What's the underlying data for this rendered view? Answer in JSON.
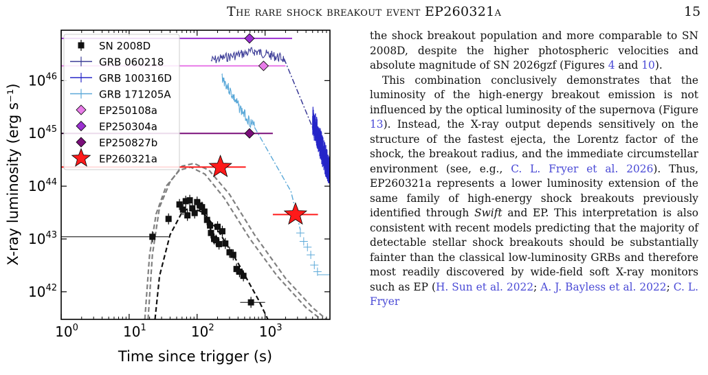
{
  "header": {
    "running_title": "The rare shock breakout event EP260321a",
    "page_number": "15"
  },
  "body": {
    "p1": {
      "t1": "the shock breakout population and more comparable to SN 2008D, despite the higher photospheric velocities and absolute magnitude of SN 2026gzf (Figures ",
      "ref1": "4",
      "t2": " and ",
      "ref2": "10",
      "t3": ")."
    },
    "p2": {
      "t1": "This combination conclusively demonstrates that the luminosity of the high-energy breakout emission is not influenced by the optical luminosity of the supernova (Figure ",
      "ref1": "13",
      "t2": "). Instead, the X-ray output depends sensitively on the structure of the fastest ejecta, the Lorentz factor of the shock, the breakout radius, and the immediate circumstellar environment (see, e.g., ",
      "ref2": "C. L. Fryer et al. 2026",
      "t3": "). Thus, EP260321a represents a lower luminosity extension of the same family of high-energy shock breakouts previously identified through ",
      "swift": "Swift",
      "t4": " and EP. This interpretation is also consistent with recent models predicting that the majority of detectable stellar shock breakouts should be substantially fainter than the classical low-luminosity GRBs and therefore most readily discovered by wide-field soft X-ray monitors such as EP (",
      "ref3": "H. Sun et al. 2022",
      "t5": "; ",
      "ref4": "A. J. Bayless et al. 2022",
      "t6": "; ",
      "ref5": "C. L. Fryer"
    }
  },
  "chart_data": {
    "type": "scatter",
    "xlabel": "Time since trigger (s)",
    "ylabel": "X-ray luminosity (erg s⁻¹)",
    "xscale": "log",
    "yscale": "log",
    "xlim": [
      1,
      9000
    ],
    "ylim": [
      3e+41,
      9e+46
    ],
    "xticks": [
      1,
      10,
      100,
      1000
    ],
    "yticks": [
      1e+42,
      1e+43,
      1e+44,
      1e+45,
      1e+46
    ],
    "xticklabels": [
      {
        "b": "10",
        "e": "0"
      },
      {
        "b": "10",
        "e": "1"
      },
      {
        "b": "10",
        "e": "2"
      },
      {
        "b": "10",
        "e": "3"
      }
    ],
    "yticklabels": [
      {
        "b": "10",
        "e": "42"
      },
      {
        "b": "10",
        "e": "43"
      },
      {
        "b": "10",
        "e": "44"
      },
      {
        "b": "10",
        "e": "45"
      },
      {
        "b": "10",
        "e": "46"
      }
    ],
    "legend_position": "top-left",
    "colors": {
      "sn2008d": "#111111",
      "grb060218": "#3a3a96",
      "grb100316d": "#2626c8",
      "grb171205a": "#5aa8d8",
      "ep250108a": "#e87ce8",
      "ep250304a": "#9b30d0",
      "ep250827b": "#7a0f7a",
      "ep260321a": "#ff1a1a",
      "models": "#808080"
    },
    "series": [
      {
        "name": "SN 2008D",
        "marker": "square",
        "points": [
          [
            22,
            1.1e+43
          ],
          [
            38,
            2.4e+43
          ],
          [
            55,
            4.5e+43
          ],
          [
            62,
            3.6e+43
          ],
          [
            68,
            5.2e+43
          ],
          [
            72,
            2.8e+43
          ],
          [
            78,
            5.4e+43
          ],
          [
            85,
            3.8e+43
          ],
          [
            92,
            3.1e+43
          ],
          [
            100,
            5e+43
          ],
          [
            110,
            4.3e+43
          ],
          [
            118,
            4e+43
          ],
          [
            128,
            3.3e+43
          ],
          [
            140,
            2.3e+43
          ],
          [
            155,
            1.8e+43
          ],
          [
            160,
            1.3e+43
          ],
          [
            178,
            1e+43
          ],
          [
            190,
            9.5e+42
          ],
          [
            200,
            1.7e+43
          ],
          [
            210,
            8e+42
          ],
          [
            235,
            1.4e+43
          ],
          [
            260,
            8.2e+42
          ],
          [
            300,
            5.6e+42
          ],
          [
            340,
            5e+42
          ],
          [
            380,
            2.7e+42
          ],
          [
            420,
            2.4e+42
          ],
          [
            480,
            2e+42
          ],
          [
            620,
            6.3e+41
          ]
        ]
      },
      {
        "name": "GRB 060218",
        "marker": "errorbar"
      },
      {
        "name": "GRB 100316D",
        "marker": "errorbar"
      },
      {
        "name": "GRB 171205A",
        "marker": "errorbar"
      },
      {
        "name": "EP250108a",
        "marker": "diamond",
        "points": [
          [
            950,
            1.9e+46
          ]
        ]
      },
      {
        "name": "EP250304a",
        "marker": "diamond",
        "points": [
          [
            590,
            6.3e+46
          ]
        ]
      },
      {
        "name": "EP250827b",
        "marker": "diamond",
        "points": [
          [
            590,
            1e+45
          ]
        ]
      },
      {
        "name": "EP260321a",
        "marker": "star",
        "points": [
          [
            220,
            2.3e+44
          ],
          [
            2800,
            2.9e+43
          ]
        ]
      }
    ]
  }
}
